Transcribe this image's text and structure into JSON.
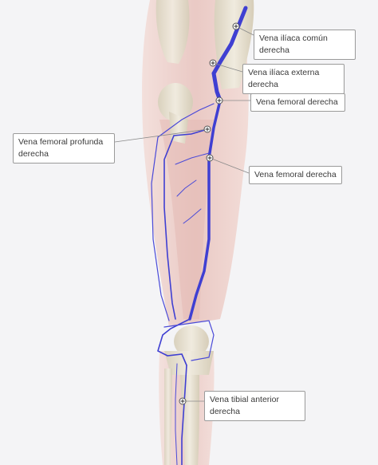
{
  "diagram": {
    "labels": [
      {
        "id": "iliaca-comun",
        "text": "Vena ilíaca común\nderecha"
      },
      {
        "id": "iliaca-externa",
        "text": "Vena ilíaca externa\nderecha"
      },
      {
        "id": "femoral-1",
        "text": "Vena femoral derecha"
      },
      {
        "id": "femoral-profunda",
        "text": "Vena femoral profunda\nderecha"
      },
      {
        "id": "femoral-2",
        "text": "Vena femoral derecha"
      },
      {
        "id": "tibial-anterior",
        "text": "Vena tibial anterior\nderecha"
      }
    ],
    "colors": {
      "vein": "#3f3fd2",
      "vein_dark": "#2a2aa8",
      "bone": "#e8e2d2",
      "muscle": "#e9c9c4",
      "skin": "#f1dcd6",
      "leader": "#8a8a8a"
    }
  }
}
